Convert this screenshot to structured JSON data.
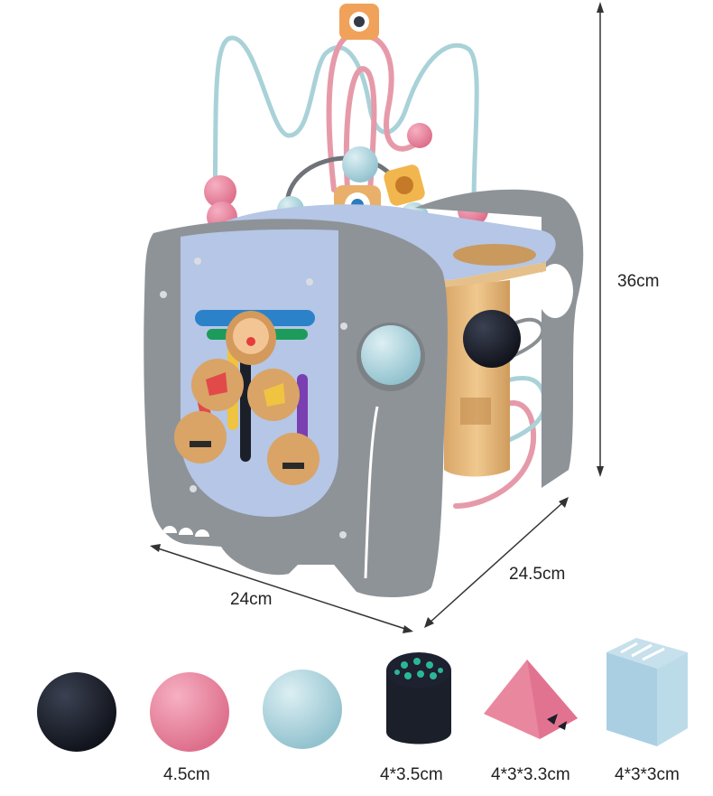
{
  "dimensions": {
    "height": "36cm",
    "depth": "24.5cm",
    "width": "24cm"
  },
  "accessories": {
    "ball_size": "4.5cm",
    "cylinder_size": "4*3.5cm",
    "triangle_size": "4*3*3.3cm",
    "cube_size": "4*3*3cm"
  },
  "colors": {
    "body_gray": "#8e9398",
    "face_blue": "#b5c6e6",
    "wood": "#e2b57c",
    "pink": "#e9879f",
    "light_blue": "#a7d3dc",
    "black": "#1b1f2a"
  }
}
